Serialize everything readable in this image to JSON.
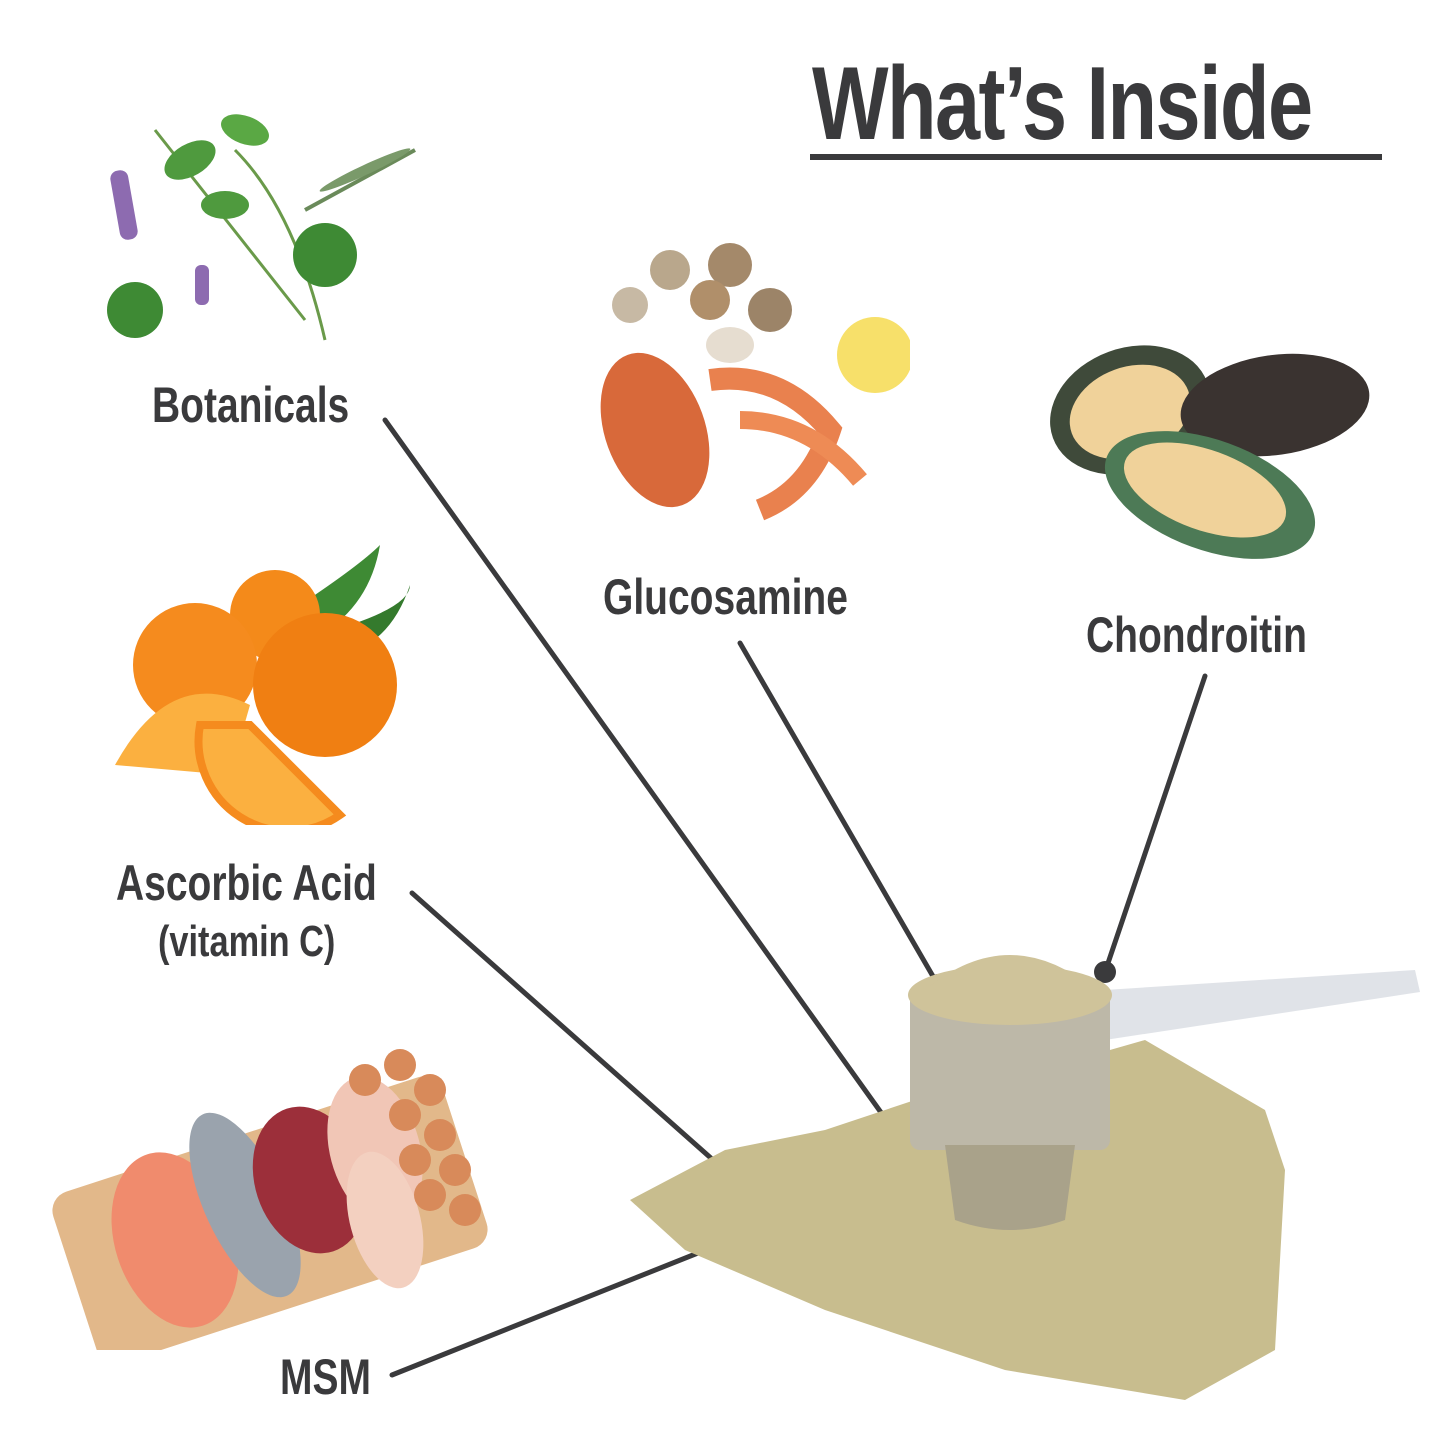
{
  "title": "What’s Inside",
  "ingredients": [
    {
      "id": "botanicals",
      "label": "Botanicals",
      "image": "herbs-icon"
    },
    {
      "id": "glucosamine",
      "label": "Glucosamine",
      "image": "shellfish-icon"
    },
    {
      "id": "chondroitin",
      "label": "Chondroitin",
      "image": "mussels-icon"
    },
    {
      "id": "ascorbic-acid",
      "label": "Ascorbic Acid",
      "sublabel": "(vitamin C)",
      "image": "oranges-icon"
    },
    {
      "id": "msm",
      "label": "MSM",
      "image": "meat-fish-eggs-icon"
    }
  ],
  "center_image": "powder-scoop-icon",
  "colors": {
    "text": "#3a3a3c",
    "line": "#3a3a3c",
    "powder": "#c8bd8e",
    "scoop": "#d9d9d9"
  }
}
